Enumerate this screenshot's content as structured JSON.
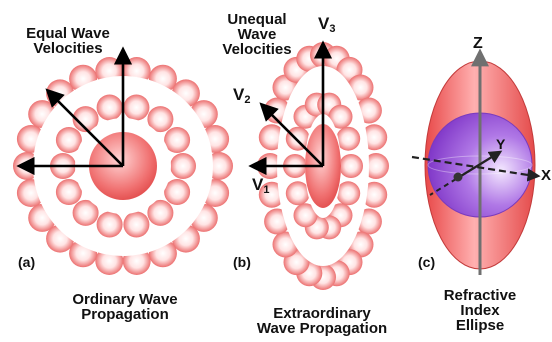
{
  "colors": {
    "petal_edge": "#e85a5a",
    "petal_light": "#ffe4e4",
    "core": "#f05a5a",
    "ellipse_fill": "#f06a6a",
    "sphere_fill": "#9b4fd6",
    "axis_color": "#707070",
    "arrow_color": "#000000"
  },
  "panel_a": {
    "title_line1": "Equal Wave",
    "title_line2": "Velocities",
    "tag": "(a)",
    "caption_line1": "Ordinary Wave",
    "caption_line2": "Propagation"
  },
  "panel_b": {
    "title_line1": "Unequal",
    "title_line2": "Wave",
    "title_line3": "Velocities",
    "v1": "V",
    "v1_sub": "1",
    "v2": "V",
    "v2_sub": "2",
    "v3": "V",
    "v3_sub": "3",
    "tag": "(b)",
    "caption_line1": "Extraordinary",
    "caption_line2": "Wave Propagation"
  },
  "panel_c": {
    "axis_z": "Z",
    "axis_y": "Y",
    "axis_x": "X",
    "tag": "(c)",
    "caption_line1": "Refractive",
    "caption_line2": "Index",
    "caption_line3": "Ellipse"
  }
}
